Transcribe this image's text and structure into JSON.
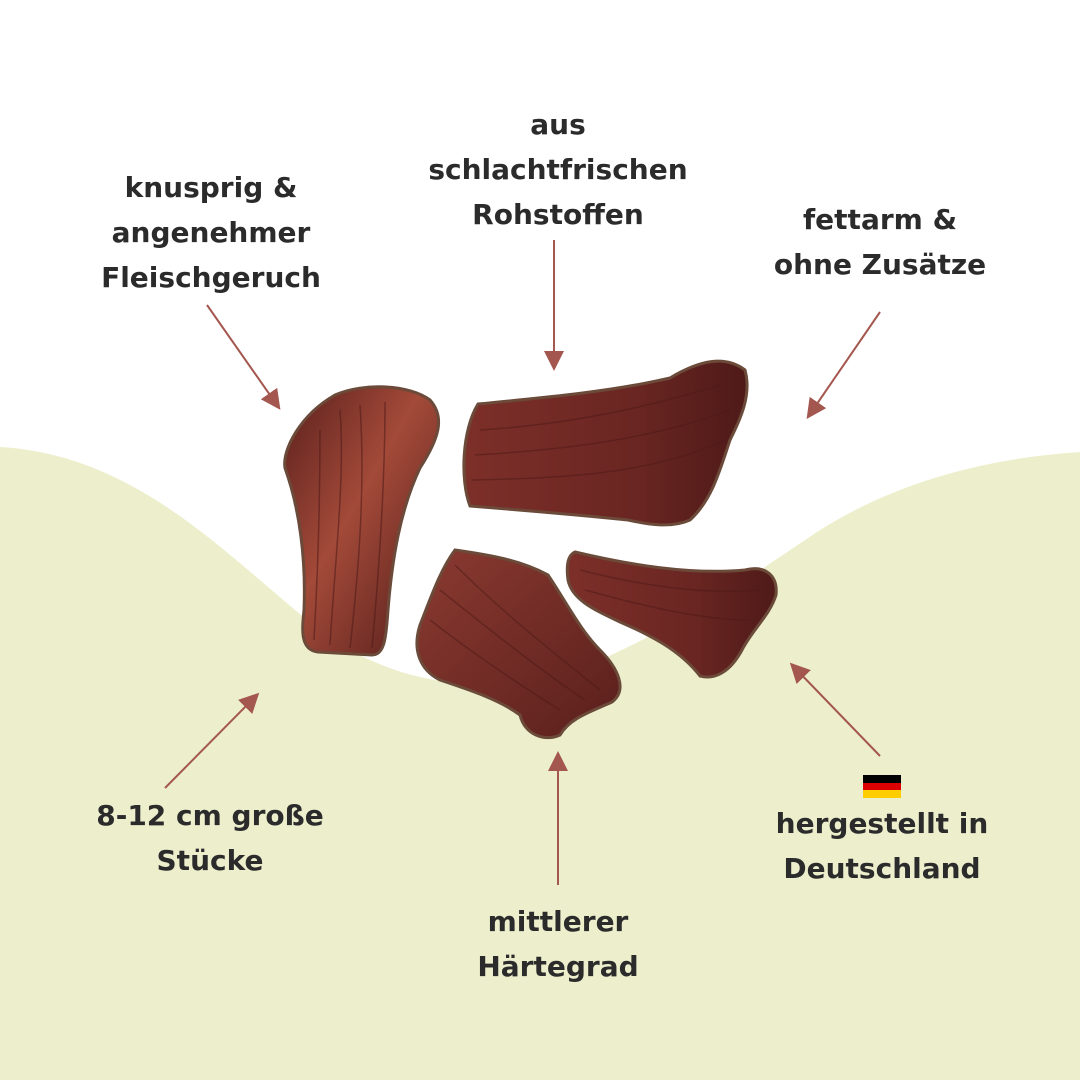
{
  "colors": {
    "background": "#ffffff",
    "wave": "#edefcc",
    "arrow": "#a4574f",
    "text": "#2b2b2b",
    "chew_dark": "#5a1f1c",
    "chew_mid": "#7d2f29",
    "chew_light": "#a34a39",
    "flag_black": "#000000",
    "flag_red": "#dd0000",
    "flag_gold": "#ffce00"
  },
  "callouts": [
    {
      "id": "knusprig",
      "lines": [
        "knusprig &",
        "angenehmer",
        "Fleischgeruch"
      ]
    },
    {
      "id": "rohstoffe",
      "lines": [
        "aus",
        "schlachtfrischen",
        "Rohstoffen"
      ]
    },
    {
      "id": "fettarm",
      "lines": [
        "fettarm &",
        "ohne Zusätze"
      ]
    },
    {
      "id": "groesse",
      "lines": [
        "8-12 cm große",
        "Stücke"
      ]
    },
    {
      "id": "haertegrad",
      "lines": [
        "mittlerer",
        "Härtegrad"
      ]
    },
    {
      "id": "herkunft",
      "lines": [
        "hergestellt in",
        "Deutschland"
      ]
    }
  ],
  "icons": {
    "flag": "germany-flag-icon",
    "arrow": "arrow-icon",
    "product": "beef-chew-piece"
  }
}
